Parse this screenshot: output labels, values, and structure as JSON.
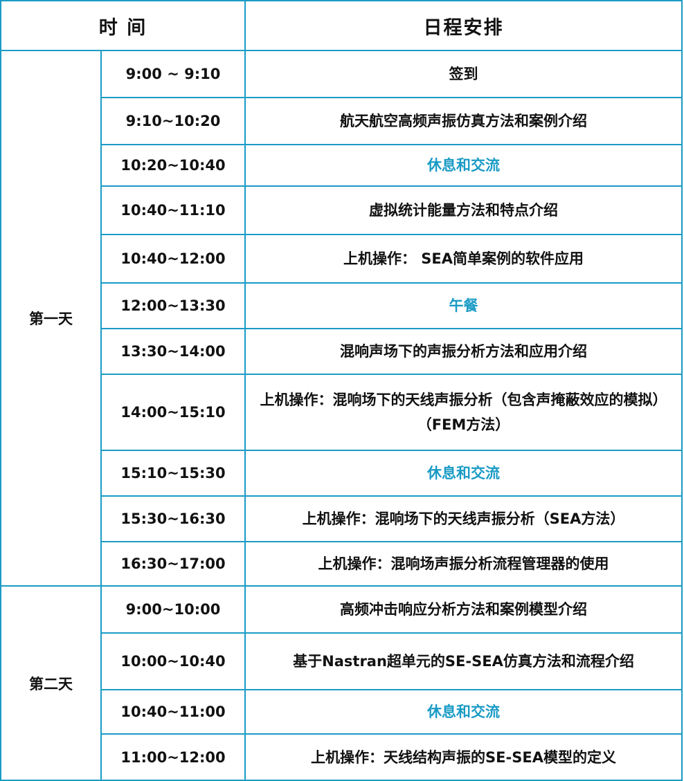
{
  "header": {
    "time": "时 间",
    "schedule": "日程安排"
  },
  "colors": {
    "border": "#1a9bc5",
    "highlight": "#1a9bc5",
    "text": "#111111"
  },
  "days": [
    {
      "label": "第一天",
      "rows": [
        {
          "time": "9:00 ~ 9:10",
          "item": "签到",
          "highlight": false
        },
        {
          "time": "9:10~10:20",
          "item": "航天航空高频声振仿真方法和案例介绍",
          "highlight": false
        },
        {
          "time": "10:20~10:40",
          "item": "休息和交流",
          "highlight": true
        },
        {
          "time": "10:40~11:10",
          "item": "虚拟统计能量方法和特点介绍",
          "highlight": false
        },
        {
          "time": "10:40~12:00",
          "item": "上机操作： SEA简单案例的软件应用",
          "highlight": false
        },
        {
          "time": "12:00~13:30",
          "item": "午餐",
          "highlight": true
        },
        {
          "time": "13:30~14:00",
          "item": "混响声场下的声振分析方法和应用介绍",
          "highlight": false
        },
        {
          "time": "14:00~15:10",
          "item": "上机操作：混响场下的天线声振分析（包含声掩蔽效应的模拟）（FEM方法）",
          "highlight": false
        },
        {
          "time": "15:10~15:30",
          "item": "休息和交流",
          "highlight": true
        },
        {
          "time": "15:30~16:30",
          "item": "上机操作：混响场下的天线声振分析（SEA方法）",
          "highlight": false
        },
        {
          "time": "16:30~17:00",
          "item": "上机操作：混响场声振分析流程管理器的使用",
          "highlight": false
        }
      ]
    },
    {
      "label": "第二天",
      "rows": [
        {
          "time": "9:00~10:00",
          "item": "高频冲击响应分析方法和案例模型介绍",
          "highlight": false
        },
        {
          "time": "10:00~10:40",
          "item": "基于Nastran超单元的SE-SEA仿真方法和流程介绍",
          "highlight": false
        },
        {
          "time": "10:40~11:00",
          "item": "休息和交流",
          "highlight": true
        },
        {
          "time": "11:00~12:00",
          "item": "上机操作：天线结构声振的SE-SEA模型的定义",
          "highlight": false
        }
      ]
    }
  ]
}
